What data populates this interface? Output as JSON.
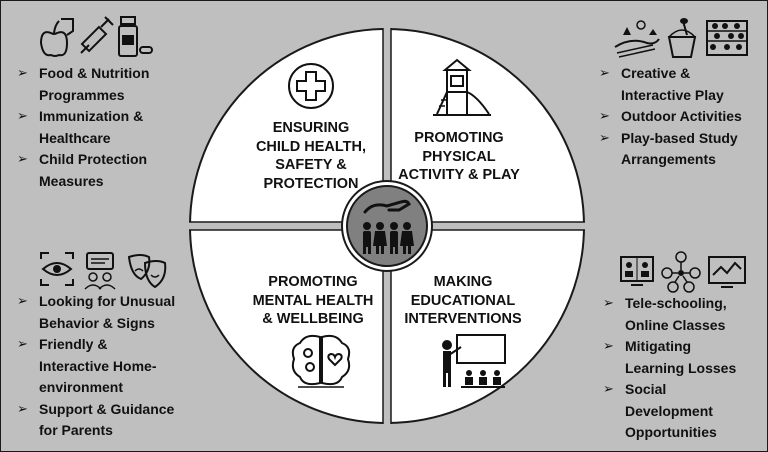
{
  "quadrants": {
    "top_left": [
      "ENSURING",
      "CHILD HEALTH,",
      "SAFETY &",
      "PROTECTION"
    ],
    "top_right": [
      "PROMOTING",
      "PHYSICAL",
      "ACTIVITY & PLAY"
    ],
    "bottom_left": [
      "PROMOTING",
      "MENTAL HEALTH",
      "& WELLBEING"
    ],
    "bottom_right": [
      "MAKING",
      "EDUCATIONAL",
      "INTERVENTIONS"
    ]
  },
  "lists": {
    "top_left": [
      [
        "Food & Nutrition",
        "Programmes"
      ],
      [
        "Immunization &",
        "Healthcare"
      ],
      [
        "Child Protection",
        "Measures"
      ]
    ],
    "top_right": [
      [
        "Creative &",
        "Interactive Play"
      ],
      [
        "Outdoor Activities"
      ],
      [
        "Play-based Study",
        "Arrangements"
      ]
    ],
    "bottom_left": [
      [
        "Looking for Unusual",
        "Behavior & Signs"
      ],
      [
        "Friendly &",
        "Interactive Home-",
        "environment"
      ],
      [
        "Support & Guidance",
        "for Parents"
      ]
    ],
    "bottom_right": [
      [
        "Tele-schooling,",
        "Online Classes"
      ],
      [
        "Mitigating",
        "Learning Losses"
      ],
      [
        "Social",
        "Development",
        "Opportunities"
      ]
    ]
  },
  "icons": {
    "top_left_corner": [
      "apple-icon",
      "syringe-icon",
      "medicine-bottle-icon"
    ],
    "top_right_corner": [
      "farm-landscape-icon",
      "sand-bucket-icon",
      "abacus-icon"
    ],
    "bottom_left_corner": [
      "watchful-eye-icon",
      "chat-bubbles-icon",
      "theatre-masks-icon"
    ],
    "bottom_right_corner": [
      "online-class-icon",
      "social-network-icon",
      "signal-display-icon"
    ],
    "center": "hand-protecting-children-icon",
    "quadrants": [
      "medical-cross-icon",
      "playground-slide-icon",
      "brain-heart-icon",
      "teacher-board-icon"
    ]
  },
  "colors": {
    "background": "#bfbfbf",
    "circle_fill": "#ffffff",
    "center_badge": "#808080",
    "ink": "#111111"
  }
}
